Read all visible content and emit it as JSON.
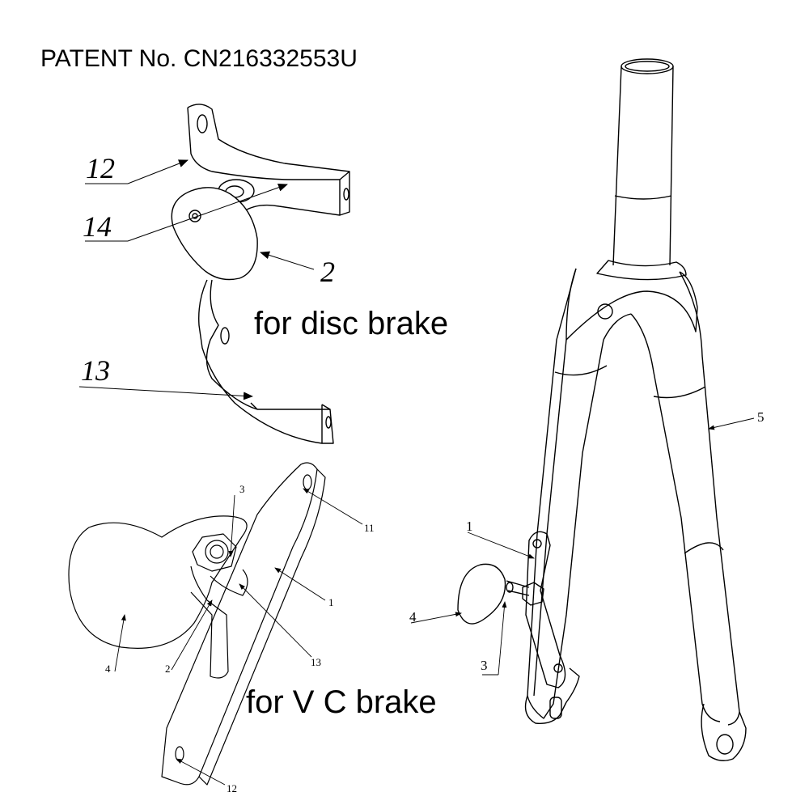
{
  "patent": "PATENT No. CN216332553U",
  "captions": {
    "disc": "for disc brake",
    "vc": "for V C brake"
  },
  "labels": {
    "disc": {
      "l12": "12",
      "l14": "14",
      "l2": "2",
      "l13": "13"
    },
    "vc": {
      "l3": "3",
      "l11": "11",
      "l1": "1",
      "l13": "13",
      "l4": "4",
      "l2": "2",
      "l12": "12"
    },
    "fork": {
      "l5": "5",
      "l1": "1",
      "l4": "4",
      "l3": "3"
    }
  }
}
